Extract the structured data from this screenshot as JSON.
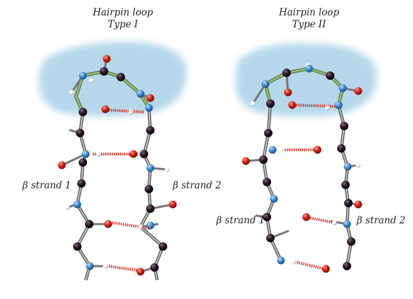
{
  "panels": [
    {
      "title_line1": "Hairpin loop",
      "title_line2": "Type I",
      "strand_left": "β strand 1",
      "strand_right": "β strand 2"
    },
    {
      "title_line1": "Hairpin loop",
      "title_line2": "Type II",
      "strand_left": "β strand 1",
      "strand_right": "β strand 2"
    }
  ],
  "colors": {
    "background": "#ffffff",
    "loop_shade": "#a9d1e6",
    "backbone_bond": "#8f8f8f",
    "loop_bond": "#9ec27e",
    "carbon_atom": "#2a1226",
    "nitrogen_atom": "#3d86cf",
    "oxygen_atom": "#d01d12",
    "hydrogen_atom": "#f2f2f2",
    "hydrogen_bond": "#dd2a1d"
  },
  "icons": {
    "carbon": "dark-sphere",
    "nitrogen": "blue-sphere",
    "oxygen": "red-sphere",
    "hydrogen": "white-sphere",
    "hydrogen_bond": "red-dashed-line"
  }
}
